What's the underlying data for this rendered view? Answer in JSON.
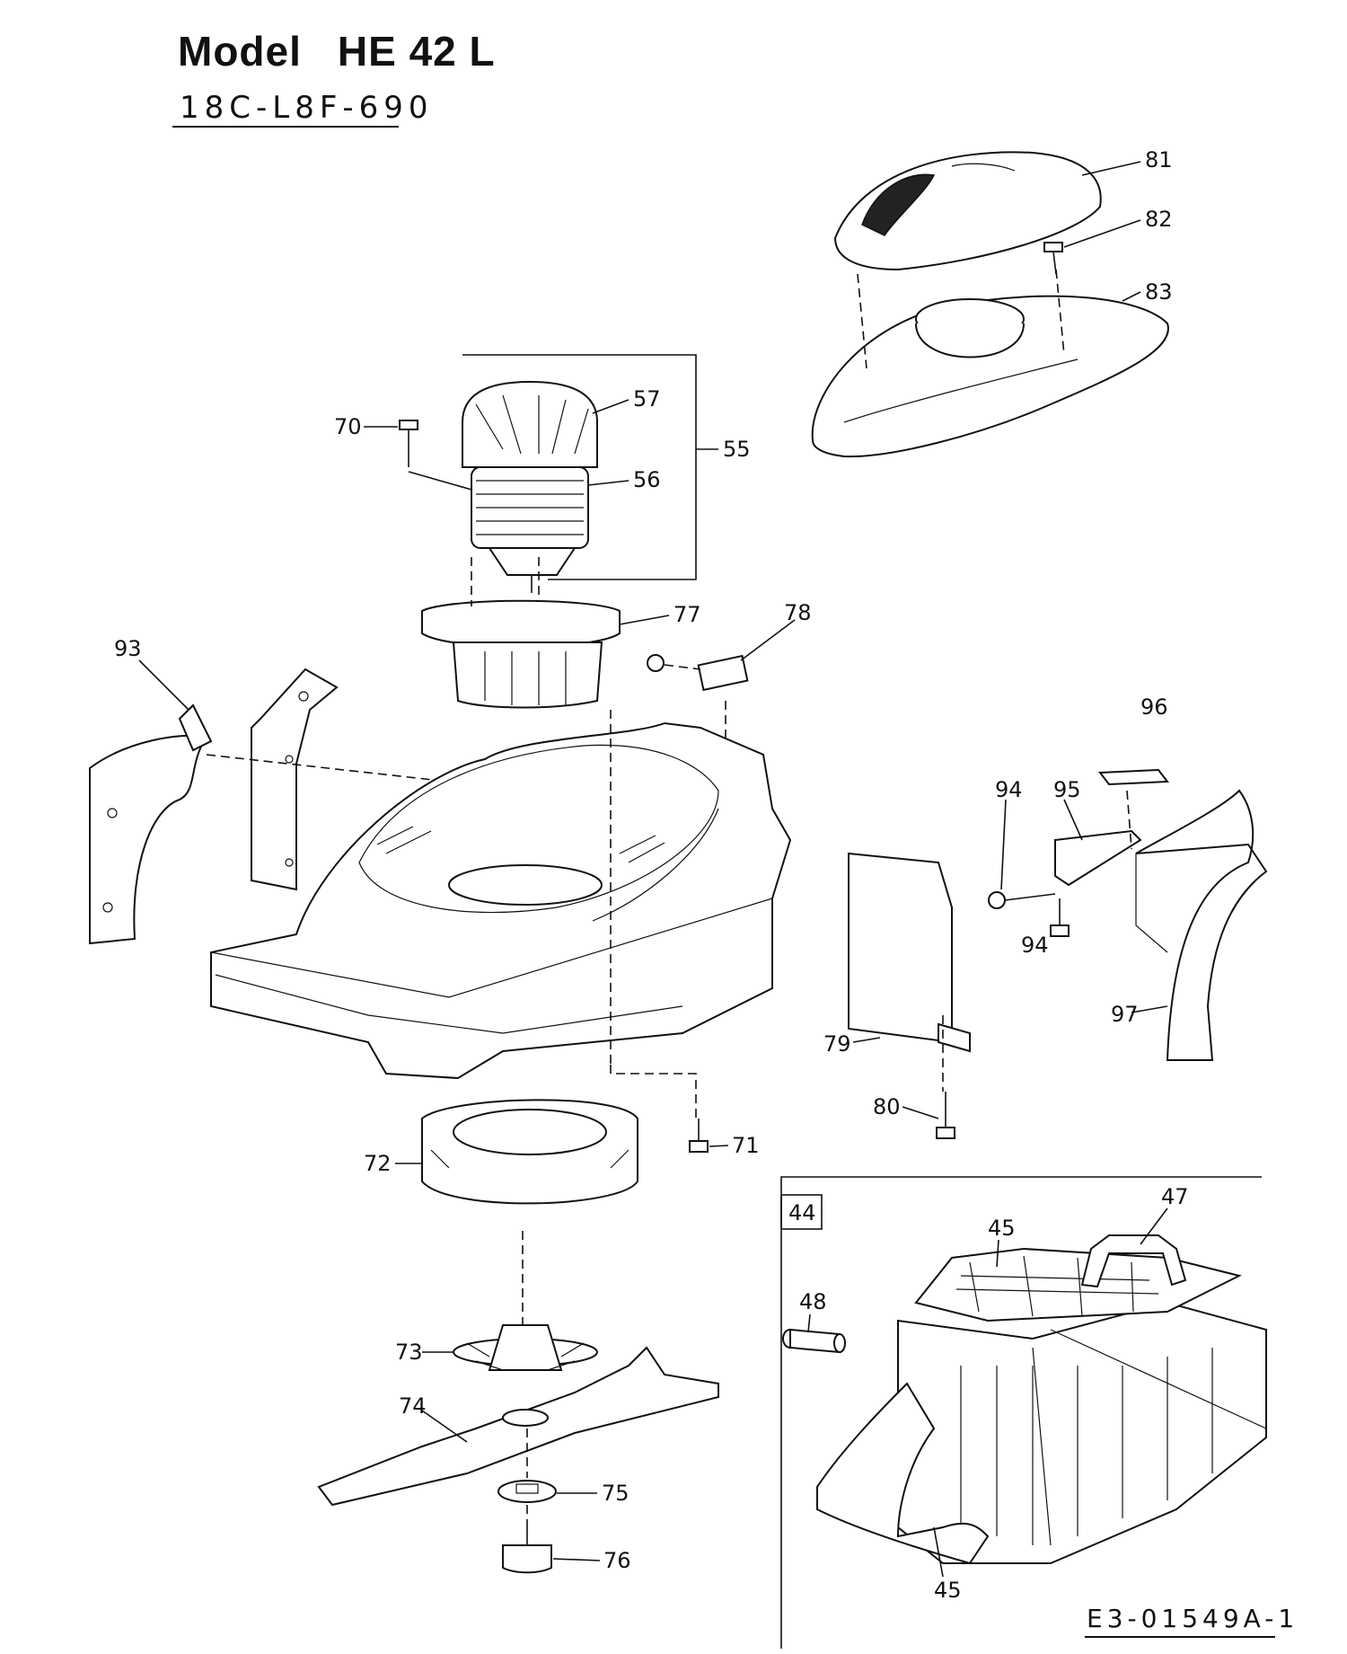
{
  "header": {
    "model_label": "Model",
    "model_name": "HE 42 L",
    "model_code": "18C-L8F-690"
  },
  "footer": {
    "doc_ref": "E3-01549A-1"
  },
  "callouts": {
    "p44": "44",
    "p45a": "45",
    "p45b": "45",
    "p47": "47",
    "p48": "48",
    "p55": "55",
    "p56": "56",
    "p57": "57",
    "p70": "70",
    "p71": "71",
    "p72": "72",
    "p73": "73",
    "p74": "74",
    "p75": "75",
    "p76": "76",
    "p77": "77",
    "p78": "78",
    "p79": "79",
    "p80": "80",
    "p81": "81",
    "p82": "82",
    "p83": "83",
    "p93": "93",
    "p94a": "94",
    "p94b": "94",
    "p95": "95",
    "p96": "96",
    "p97": "97"
  }
}
